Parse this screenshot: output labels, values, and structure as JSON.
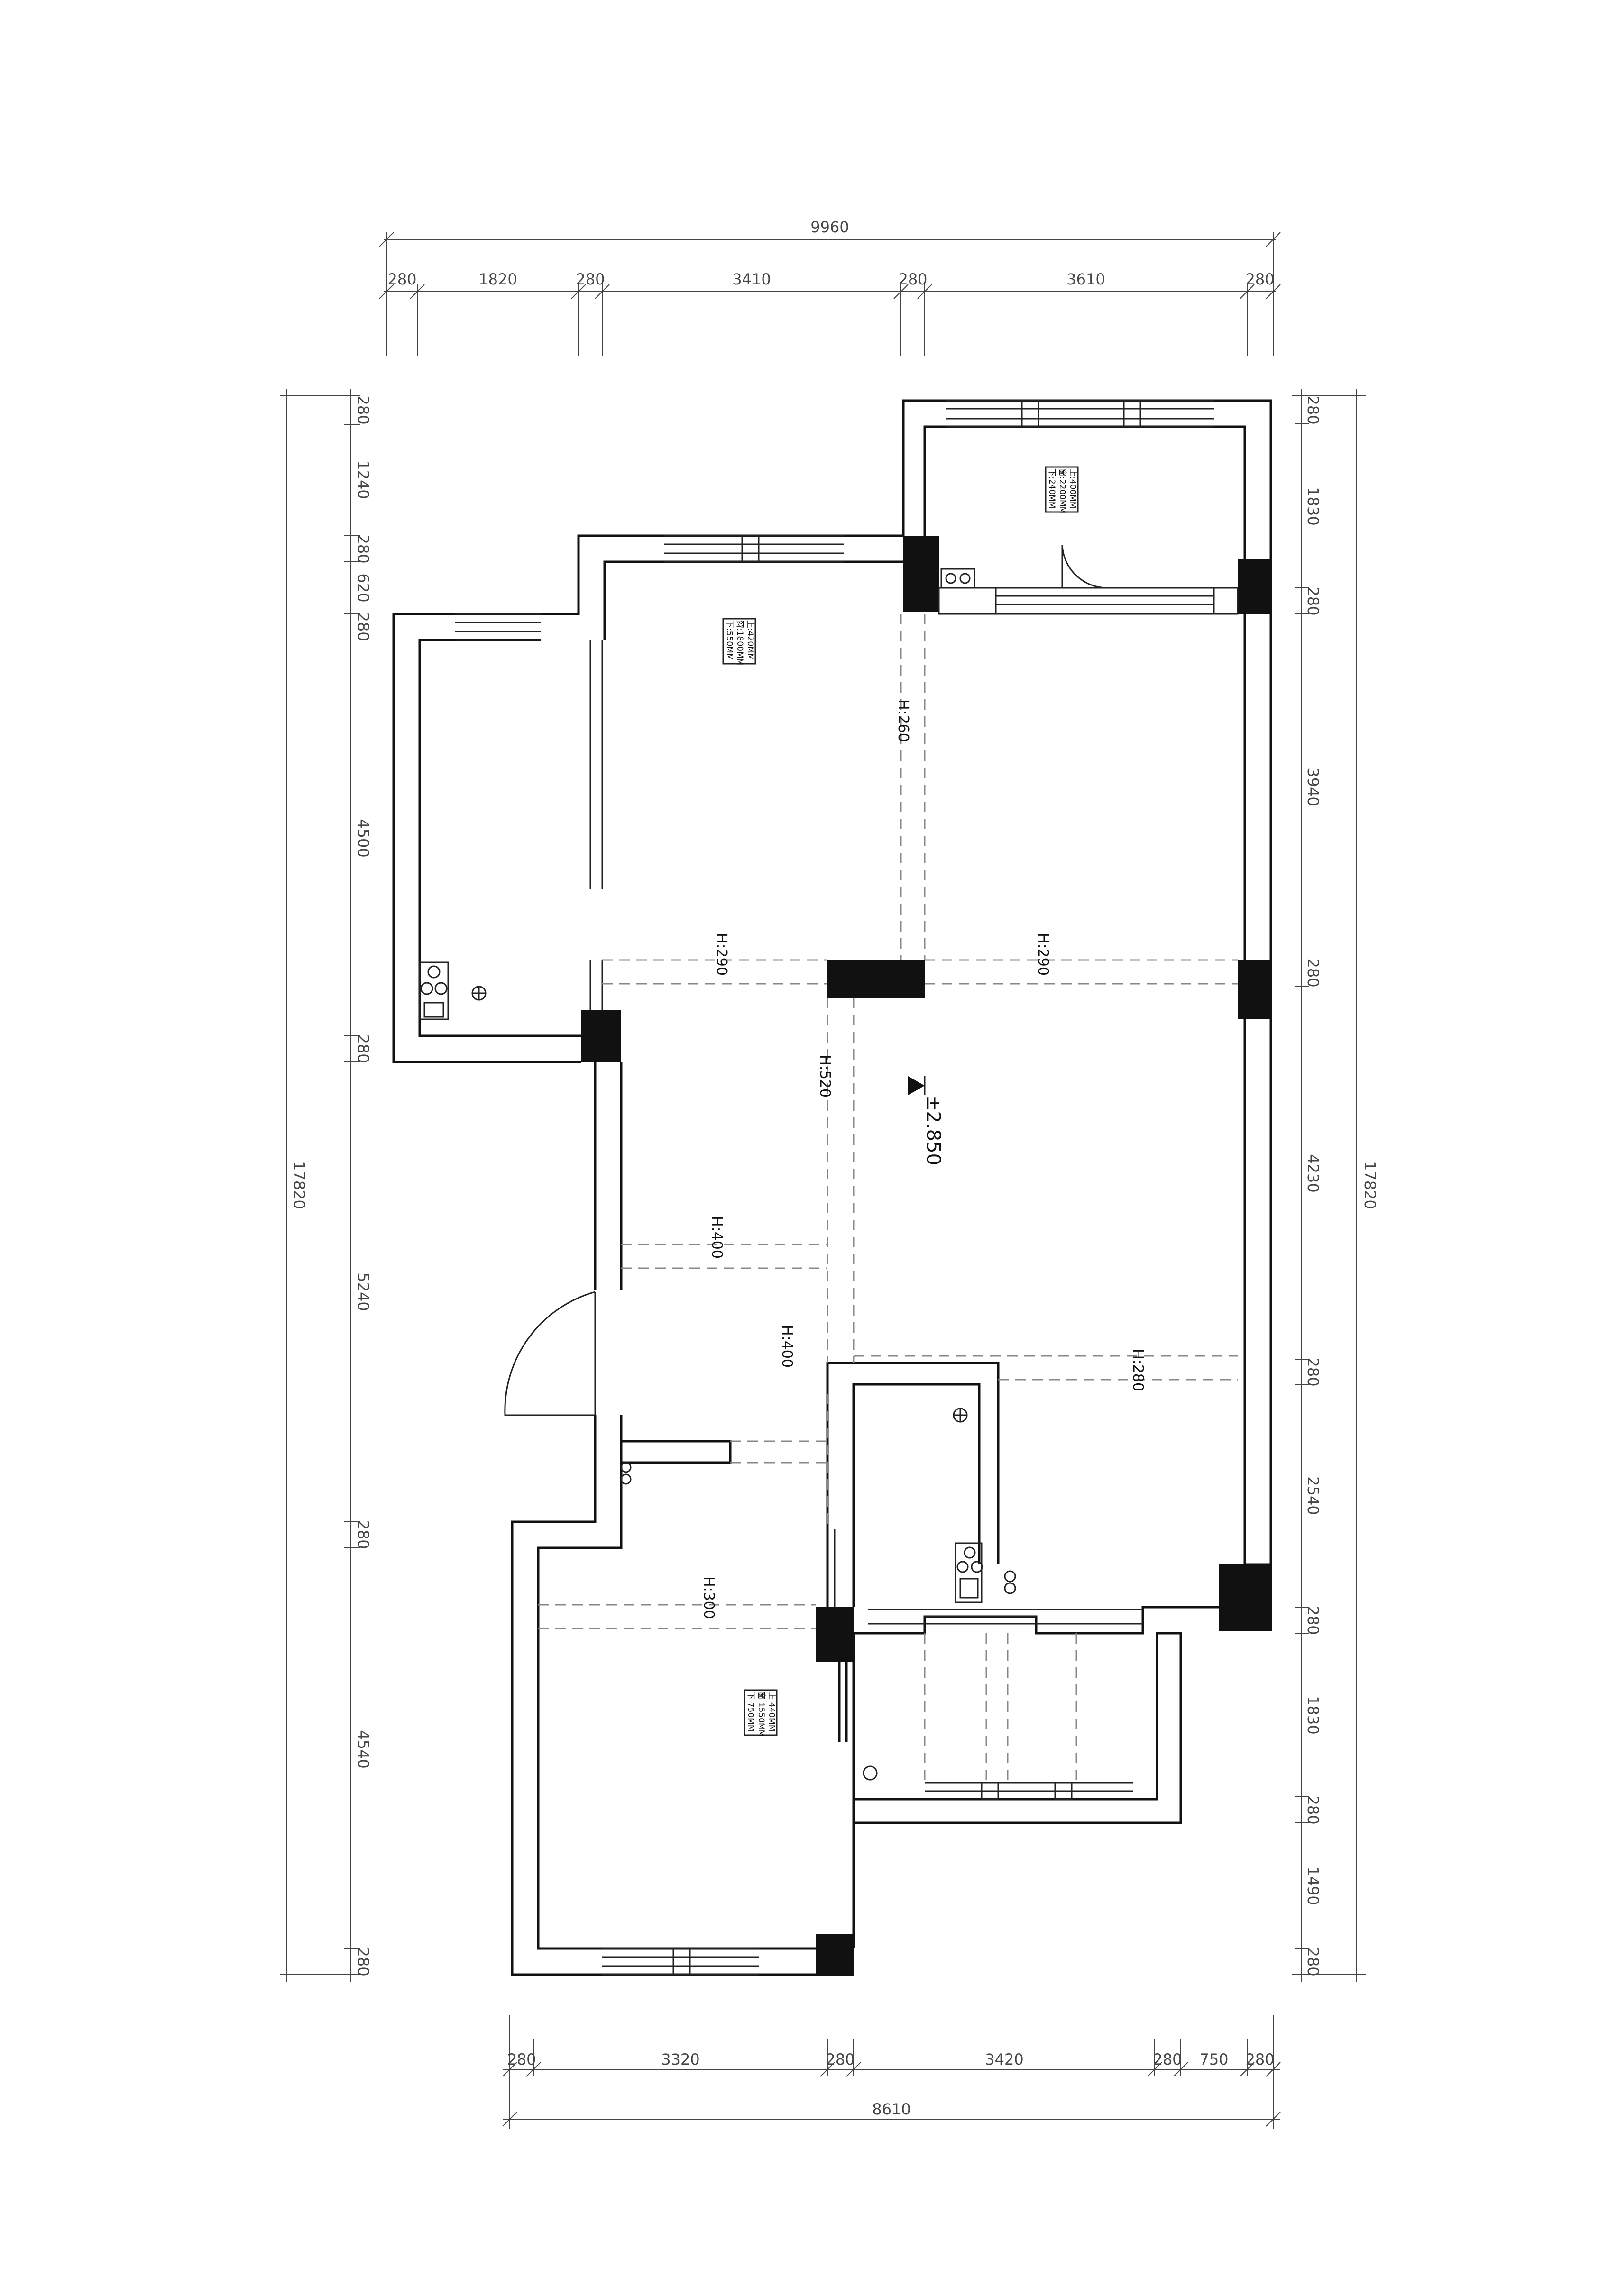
{
  "dimensions": {
    "top_total": "9960",
    "top_segments": [
      "280",
      "1820",
      "280",
      "3410",
      "280",
      "3610",
      "280"
    ],
    "left_total": "17820",
    "left_segments": [
      "280",
      "1240",
      "280",
      "620",
      "280",
      "4500",
      "280",
      "5240",
      "280",
      "4540",
      "280"
    ],
    "right_total": "17820",
    "right_segments": [
      "280",
      "1830",
      "280",
      "3940",
      "280",
      "4230",
      "280",
      "2540",
      "280",
      "1830",
      "280",
      "1490",
      "280"
    ],
    "bottom_total": "8610",
    "bottom_segments": [
      "280",
      "3320",
      "280",
      "3420",
      "280",
      "750",
      "280"
    ]
  },
  "heights": {
    "h260": "H:260",
    "h290_left": "H:290",
    "h290_right": "H:290",
    "h520": "H:520",
    "h400_a": "H:400",
    "h400_b": "H:400",
    "h280": "H:280",
    "h300": "H:300"
  },
  "window_notes": {
    "top_right": [
      "上:400MM",
      "窗:2200MM",
      "下:240MM"
    ],
    "top_middle": [
      "上:420MM",
      "窗:1800MM",
      "下:550MM"
    ],
    "bottom_left": [
      "上:440MM",
      "窗:1550MM",
      "下:750MM"
    ]
  },
  "level_mark": "±2.850"
}
